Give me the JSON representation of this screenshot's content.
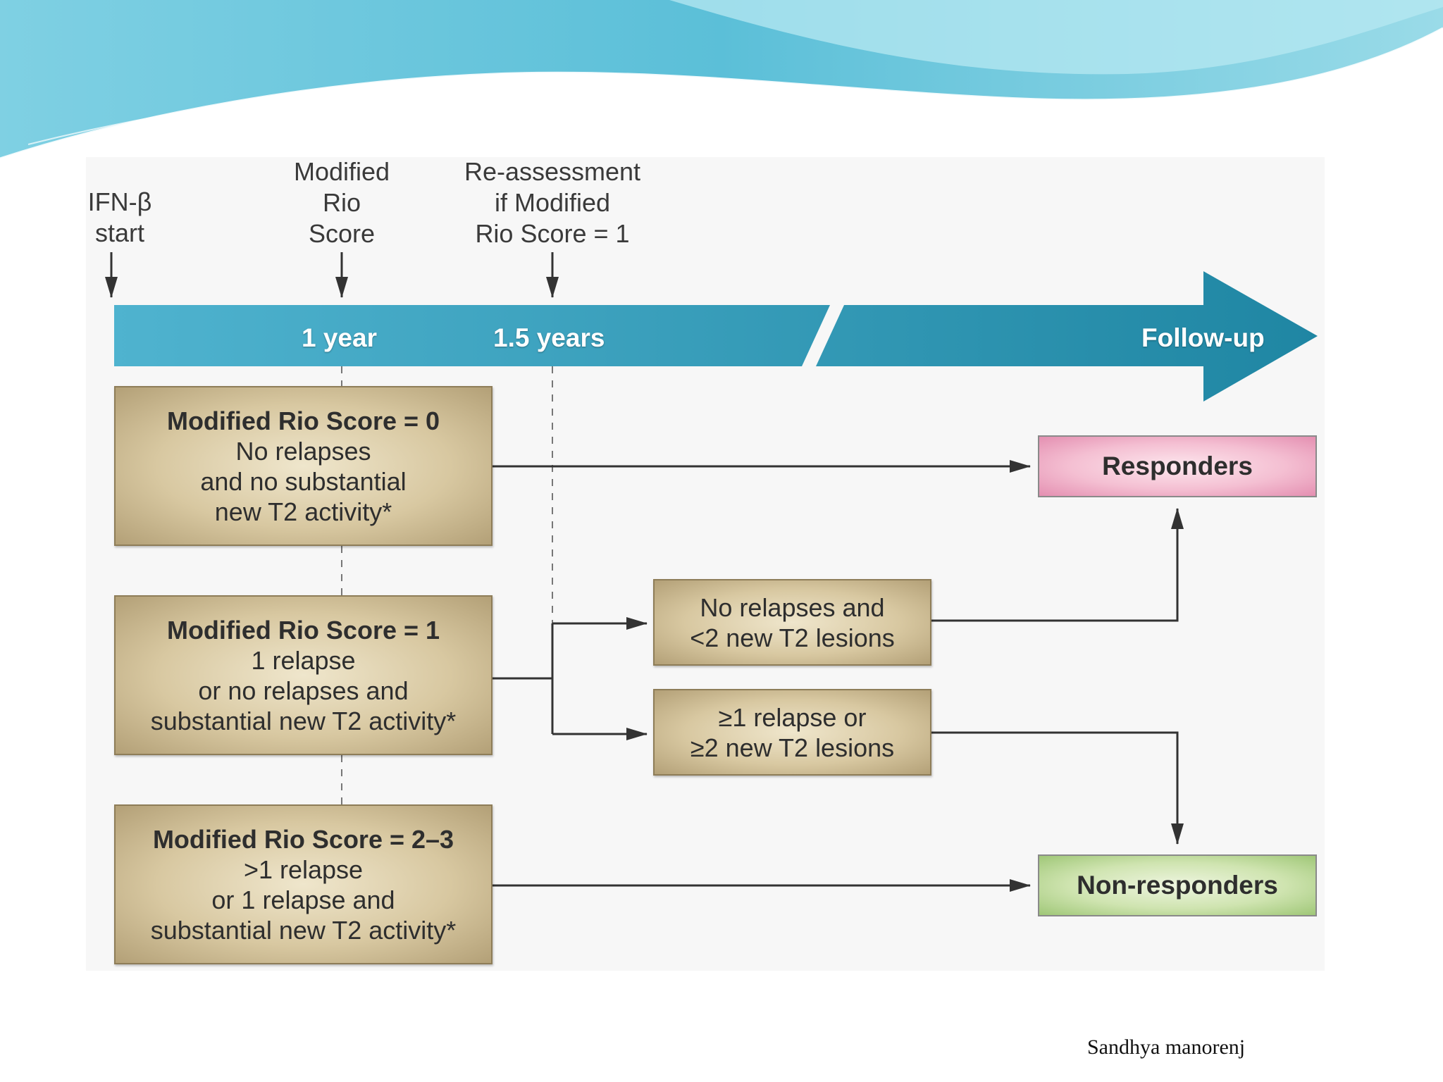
{
  "colors": {
    "timeline_teal": "#2a93b0",
    "box_tan": "#cdb98d",
    "responders_pink": "#f4bfd2",
    "non_responders_green": "#cfe4b0",
    "header_wave": "#6cc9de"
  },
  "markers": {
    "ifn_start": "IFN-β\nstart",
    "modified_rio": "Modified\nRio\nScore",
    "reassessment": "Re-assessment\nif Modified\nRio Score = 1"
  },
  "timeline": {
    "one_year": "1 year",
    "one_half_years": "1.5 years",
    "follow_up": "Follow-up"
  },
  "score_boxes": [
    {
      "title": "Modified Rio Score = 0",
      "lines": [
        "No relapses",
        "and no substantial",
        "new T2 activity*"
      ]
    },
    {
      "title": "Modified Rio Score = 1",
      "lines": [
        "1 relapse",
        "or no relapses and",
        "substantial new T2 activity*"
      ]
    },
    {
      "title": "Modified Rio Score = 2–3",
      "lines": [
        ">1 relapse",
        "or 1 relapse and",
        "substantial new T2 activity*"
      ]
    }
  ],
  "reassessment_boxes": [
    {
      "lines": [
        "No relapses and",
        "<2 new T2 lesions"
      ]
    },
    {
      "lines": [
        "≥1 relapse or",
        "≥2 new T2 lesions"
      ]
    }
  ],
  "outcomes": {
    "responders": "Responders",
    "non_responders": "Non-responders"
  },
  "footer": {
    "credit": "Sandhya manorenj"
  }
}
